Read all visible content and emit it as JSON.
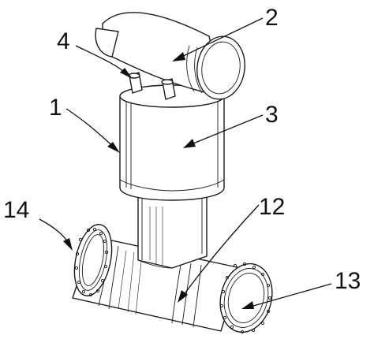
{
  "labels": {
    "l1": "1",
    "l2": "2",
    "l3": "3",
    "l4": "4",
    "l12": "12",
    "l13": "13",
    "l14": "14"
  }
}
